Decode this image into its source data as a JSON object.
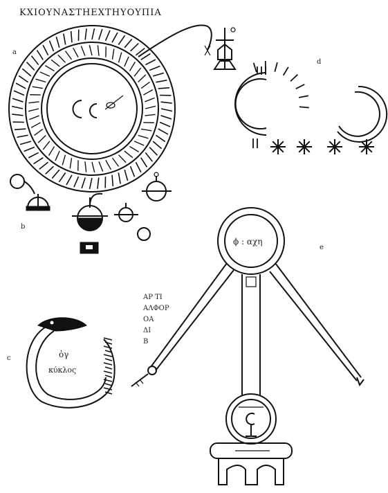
{
  "heading": "ΚΧΙΟΥΝΑΣΤΗΕΧΤΗΥΟΥΠΙΑ",
  "panels": {
    "a": {
      "label": "a"
    },
    "b": {
      "label": "b"
    },
    "c": {
      "label": "c",
      "script": "ὀγ",
      "script2": "κύκλος"
    },
    "d": {
      "label": "d"
    },
    "e": {
      "label": "e",
      "top_circle_text": "ϕ : αχη",
      "side_notes": [
        "ΑΡ ΤΙ",
        "ΑΛΦΟΡ",
        "ΟΑ",
        "ΔΙ",
        "Β"
      ]
    }
  }
}
